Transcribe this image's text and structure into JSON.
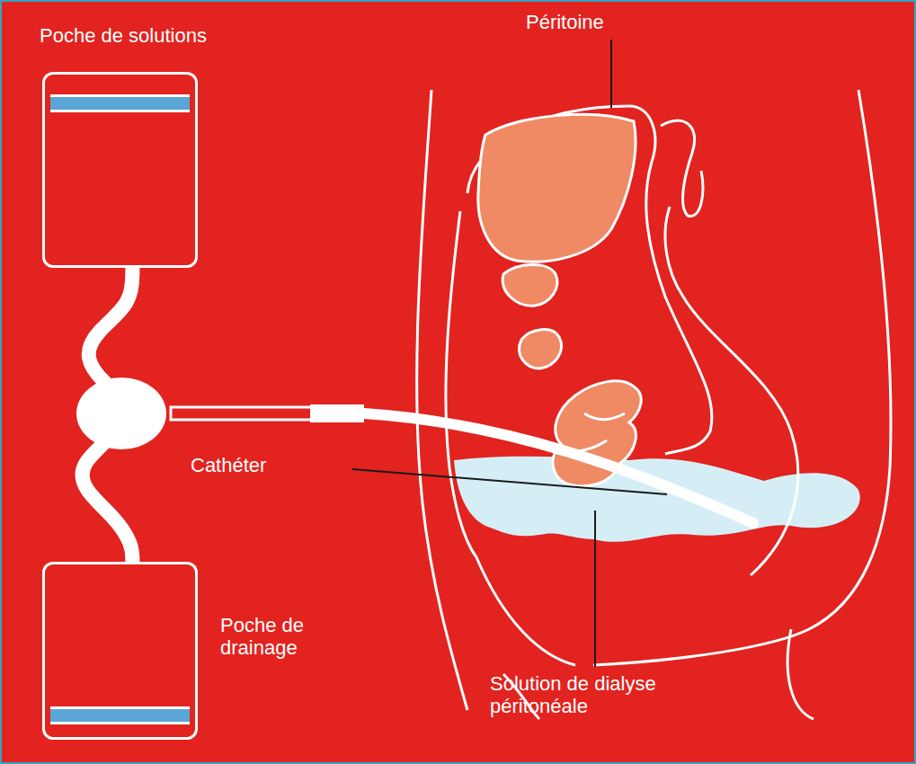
{
  "diagram": {
    "nodes": [
      {
        "text": [
          "Poche de solutions"
        ]
      },
      {
        "text": [
          "Poche de drainage"
        ]
      }
    ],
    "edges": [
      {
        "from": 0,
        "to": 1,
        "arrow": "none"
      }
    ],
    "labels": [
      "Péritoine",
      "Cathéter",
      "Solution de dialyse péritonéale"
    ]
  }
}
